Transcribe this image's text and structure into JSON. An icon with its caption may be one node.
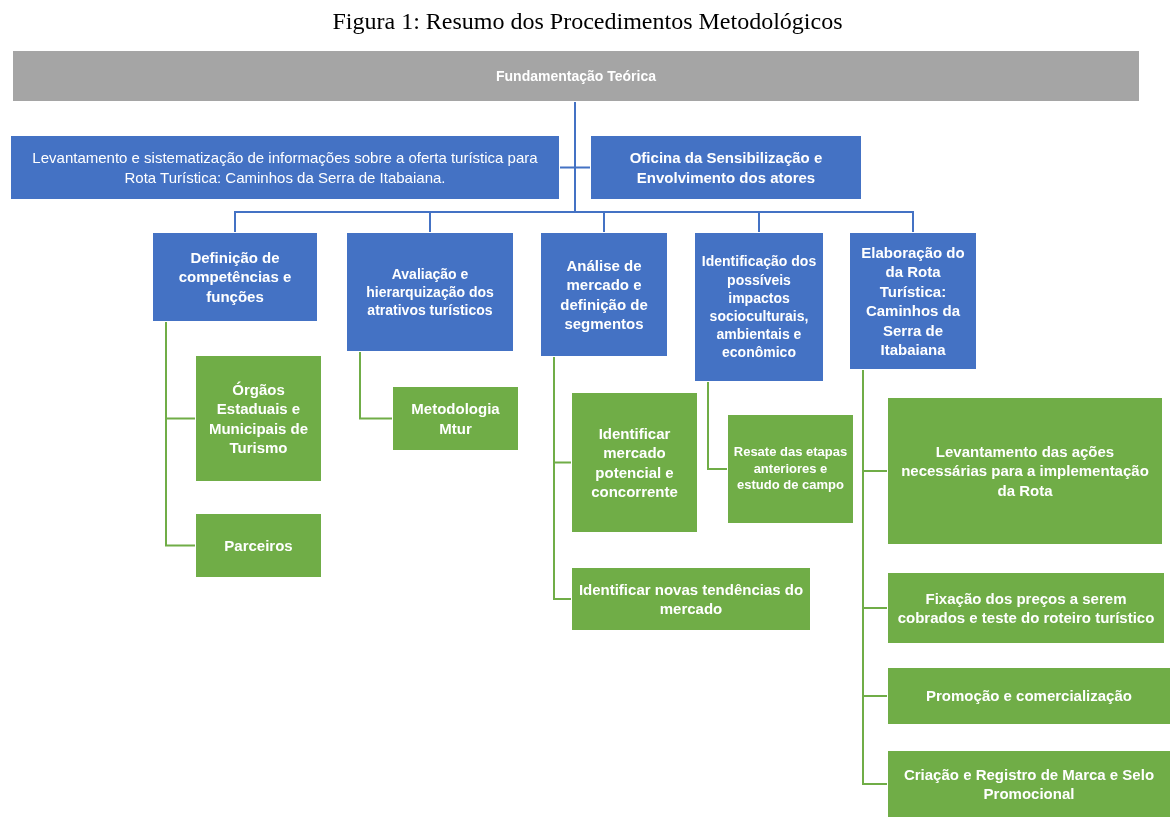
{
  "diagram": {
    "title": "Figura 1: Resumo dos Procedimentos Metodológicos",
    "nodes": [
      {
        "text": [
          "Fundamentação Teórica"
        ]
      },
      {
        "text": [
          "Levantamento e sistematização de informações sobre a oferta turística para Rota Turística: Caminhos da Serra de Itabaiana."
        ]
      },
      {
        "text": [
          "Oficina da Sensibilização e Envolvimento dos atores"
        ]
      },
      {
        "text": [
          "Definição de competências e funções"
        ]
      },
      {
        "text": [
          "Avaliação e hierarquização dos atrativos turísticos"
        ]
      },
      {
        "text": [
          "Análise de mercado e definição de segmentos"
        ]
      },
      {
        "text": [
          "Identificação dos possíveis impactos socioculturais, ambientais e econômico"
        ]
      },
      {
        "text": [
          "Elaboração do da Rota Turística: Caminhos da Serra de Itabaiana"
        ]
      },
      {
        "text": [
          "Órgãos Estaduais e Municipais de Turismo"
        ]
      },
      {
        "text": [
          "Parceiros"
        ]
      },
      {
        "text": [
          "Metodologia Mtur"
        ]
      },
      {
        "text": [
          "Identificar mercado potencial e concorrente"
        ]
      },
      {
        "text": [
          "Identificar novas tendências do mercado"
        ]
      },
      {
        "text": [
          "Resate das etapas anteriores e estudo de campo"
        ]
      },
      {
        "text": [
          "Levantamento das ações necessárias para a implementação da Rota"
        ]
      },
      {
        "text": [
          "Fixação dos preços a serem cobrados e teste do roteiro turístico"
        ]
      },
      {
        "text": [
          "Promoção e comercialização"
        ]
      },
      {
        "text": [
          "Criação e Registro de Marca e Selo Promocional"
        ]
      }
    ],
    "edges": [
      {
        "from": 0,
        "to": 1,
        "arrow": "none",
        "color": "#4472c4"
      },
      {
        "from": 0,
        "to": 2,
        "arrow": "none",
        "color": "#4472c4"
      },
      {
        "from": 0,
        "to": 3,
        "arrow": "none",
        "color": "#4472c4"
      },
      {
        "from": 0,
        "to": 4,
        "arrow": "none",
        "color": "#4472c4"
      },
      {
        "from": 0,
        "to": 5,
        "arrow": "none",
        "color": "#4472c4"
      },
      {
        "from": 0,
        "to": 6,
        "arrow": "none",
        "color": "#4472c4"
      },
      {
        "from": 0,
        "to": 7,
        "arrow": "none",
        "color": "#4472c4"
      },
      {
        "from": 3,
        "to": 8,
        "arrow": "none"
      },
      {
        "from": 3,
        "to": 9,
        "arrow": "none"
      },
      {
        "from": 4,
        "to": 10,
        "arrow": "none"
      },
      {
        "from": 5,
        "to": 11,
        "arrow": "none"
      },
      {
        "from": 5,
        "to": 12,
        "arrow": "none"
      },
      {
        "from": 6,
        "to": 13,
        "arrow": "none"
      },
      {
        "from": 7,
        "to": 14,
        "arrow": "none"
      },
      {
        "from": 7,
        "to": 15,
        "arrow": "none"
      },
      {
        "from": 7,
        "to": 16,
        "arrow": "none"
      },
      {
        "from": 7,
        "to": 17,
        "arrow": "none"
      }
    ]
  }
}
